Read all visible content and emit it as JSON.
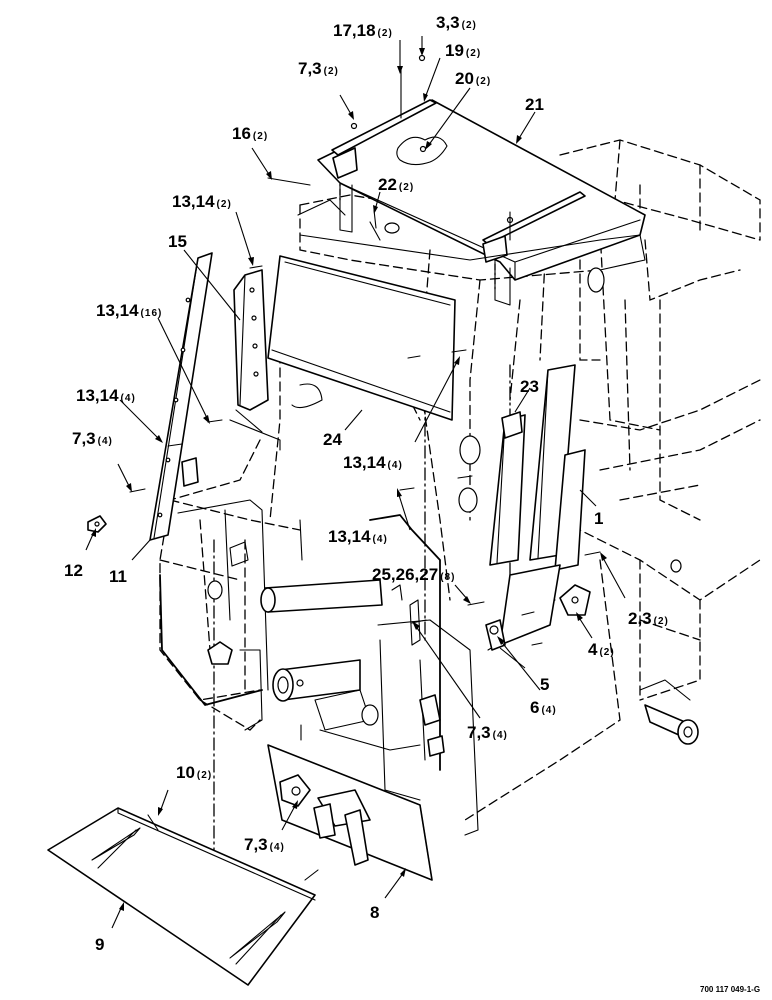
{
  "figure_number": "700 117 049-1-G",
  "callouts": [
    {
      "id": "c-17-18",
      "label": "17,18",
      "qty": "(2)"
    },
    {
      "id": "c-3-3",
      "label": "3,3",
      "qty": "(2)"
    },
    {
      "id": "c-19",
      "label": "19",
      "qty": "(2)"
    },
    {
      "id": "c-7-3-top",
      "label": "7,3",
      "qty": "(2)"
    },
    {
      "id": "c-20",
      "label": "20",
      "qty": "(2)"
    },
    {
      "id": "c-21",
      "label": "21",
      "qty": ""
    },
    {
      "id": "c-16",
      "label": "16",
      "qty": "(2)"
    },
    {
      "id": "c-22",
      "label": "22",
      "qty": "(2)"
    },
    {
      "id": "c-13-14-a",
      "label": "13,14",
      "qty": "(2)"
    },
    {
      "id": "c-15",
      "label": "15",
      "qty": ""
    },
    {
      "id": "c-13-14-b",
      "label": "13,14",
      "qty": "(16)"
    },
    {
      "id": "c-13-14-c",
      "label": "13,14",
      "qty": "(4)"
    },
    {
      "id": "c-7-3-left",
      "label": "7,3",
      "qty": "(4)"
    },
    {
      "id": "c-12",
      "label": "12",
      "qty": ""
    },
    {
      "id": "c-11",
      "label": "11",
      "qty": ""
    },
    {
      "id": "c-24",
      "label": "24",
      "qty": ""
    },
    {
      "id": "c-13-14-d",
      "label": "13,14",
      "qty": "(4)"
    },
    {
      "id": "c-23",
      "label": "23",
      "qty": ""
    },
    {
      "id": "c-1",
      "label": "1",
      "qty": ""
    },
    {
      "id": "c-13-14-e",
      "label": "13,14",
      "qty": "(4)"
    },
    {
      "id": "c-25-26-27",
      "label": "25,26,27",
      "qty": "(8)"
    },
    {
      "id": "c-2-3",
      "label": "2,3",
      "qty": "(2)"
    },
    {
      "id": "c-4",
      "label": "4",
      "qty": "(2)"
    },
    {
      "id": "c-5",
      "label": "5",
      "qty": ""
    },
    {
      "id": "c-6",
      "label": "6",
      "qty": "(4)"
    },
    {
      "id": "c-7-3-mid",
      "label": "7,3",
      "qty": "(4)"
    },
    {
      "id": "c-10",
      "label": "10",
      "qty": "(2)"
    },
    {
      "id": "c-7-3-low",
      "label": "7,3",
      "qty": "(4)"
    },
    {
      "id": "c-8",
      "label": "8",
      "qty": ""
    },
    {
      "id": "c-9",
      "label": "9",
      "qty": ""
    }
  ]
}
